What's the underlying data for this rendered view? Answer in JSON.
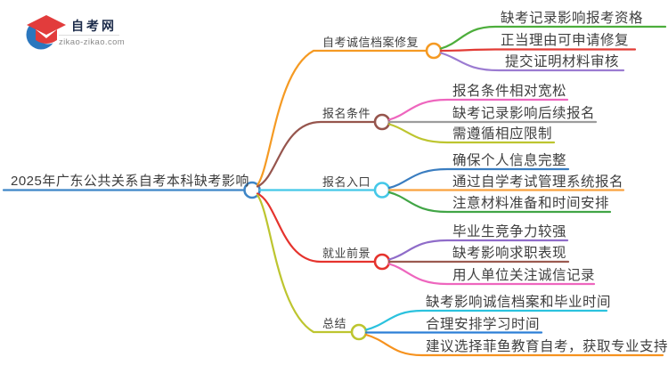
{
  "logo": {
    "title": "自考网",
    "domain": "zikao-zikao.com",
    "icon": "graduation-cap-crescent-icon",
    "cap_color": "#e23c3c",
    "crescent_color": "#2b77be"
  },
  "root": {
    "label": "2025年广东公共关系自考本科缺考影响",
    "color": "#3e86c7"
  },
  "branches": [
    {
      "label": "自考诚信档案修复",
      "color": "#f59a23",
      "children": [
        {
          "label": "缺考记录影响报考资格",
          "color": "#4dae3c"
        },
        {
          "label": "正当理由可申请修复",
          "color": "#e23b35"
        },
        {
          "label": "提交证明材料审核",
          "color": "#9b7bd1"
        }
      ]
    },
    {
      "label": "报名条件",
      "color": "#96554d",
      "children": [
        {
          "label": "报名条件相对宽松",
          "color": "#ee66be"
        },
        {
          "label": "缺考记录影响后续报名",
          "color": "#9c9c9c"
        },
        {
          "label": "需遵循相应限制",
          "color": "#bdc52f"
        }
      ]
    },
    {
      "label": "报名入口",
      "color": "#45c8e8",
      "children": [
        {
          "label": "确保个人信息完整",
          "color": "#3a7dc0"
        },
        {
          "label": "通过自学考试管理系统报名",
          "color": "#f9a23f"
        },
        {
          "label": "注意材料准备和时间安排",
          "color": "#41a546"
        }
      ]
    },
    {
      "label": "就业前景",
      "color": "#e5332d",
      "children": [
        {
          "label": "毕业生竞争力较强",
          "color": "#8f6cc9"
        },
        {
          "label": "缺考影响求职表现",
          "color": "#9b5a50"
        },
        {
          "label": "用人单位关注诚信记录",
          "color": "#ee66be"
        }
      ]
    },
    {
      "label": "总结",
      "color": "#bdc52f",
      "children": [
        {
          "label": "缺考影响诚信档案和毕业时间",
          "color": "#2bc2de"
        },
        {
          "label": "合理安排学习时间",
          "color": "#2c7fd6"
        },
        {
          "label": "建议选择菲鱼教育自考，获取专业支持",
          "color": "#f6921e"
        }
      ]
    }
  ]
}
